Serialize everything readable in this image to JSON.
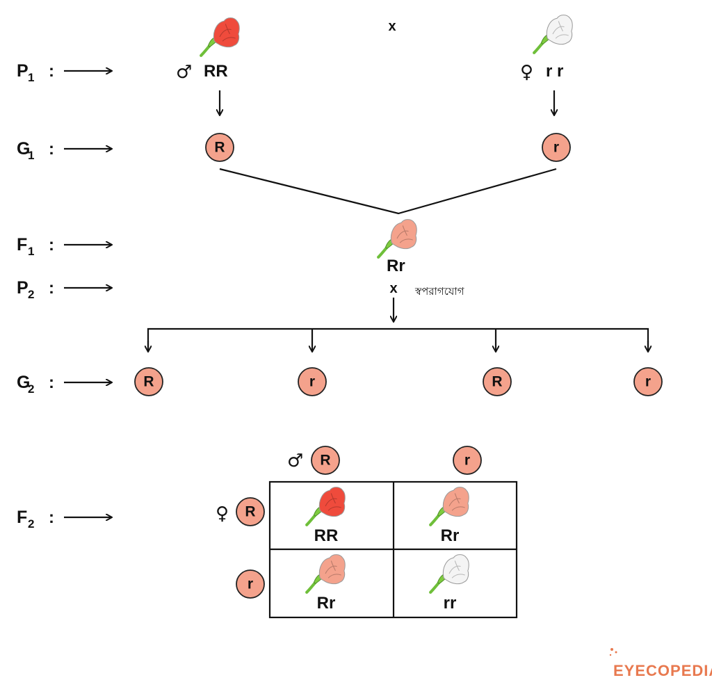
{
  "generations": [
    {
      "letter": "P",
      "sub": "1"
    },
    {
      "letter": "G",
      "sub": "1"
    },
    {
      "letter": "F",
      "sub": "1"
    },
    {
      "letter": "P",
      "sub": "2"
    },
    {
      "letter": "G",
      "sub": "2"
    },
    {
      "letter": "F",
      "sub": "2"
    }
  ],
  "colon": ":",
  "cross_symbol": "x",
  "male_symbol": "♂",
  "female_symbol": "♀",
  "parents": {
    "male_genotype": "RR",
    "female_genotype": "r r",
    "male_flower_color": "#ef4b3c",
    "female_flower_color": "#f4f4f4"
  },
  "gametes_g1": [
    "R",
    "r"
  ],
  "f1": {
    "genotype": "Rr",
    "flower_color": "#f4a28c"
  },
  "self_pollination_label": "স্বপরাগযোগ",
  "gametes_g2": [
    "R",
    "r",
    "R",
    "r"
  ],
  "punnett": {
    "col_headers": [
      "R",
      "r"
    ],
    "row_headers": [
      "R",
      "r"
    ],
    "cells": [
      {
        "genotype": "RR",
        "flower_color": "#ef4b3c"
      },
      {
        "genotype": "Rr",
        "flower_color": "#f4a28c"
      },
      {
        "genotype": "Rr",
        "flower_color": "#f4a28c"
      },
      {
        "genotype": "rr",
        "flower_color": "#f4f4f4"
      }
    ]
  },
  "logo": {
    "text": "EYECOPEDIA",
    "color": "#e8794f"
  },
  "gamete_fill": "#f4a28c"
}
